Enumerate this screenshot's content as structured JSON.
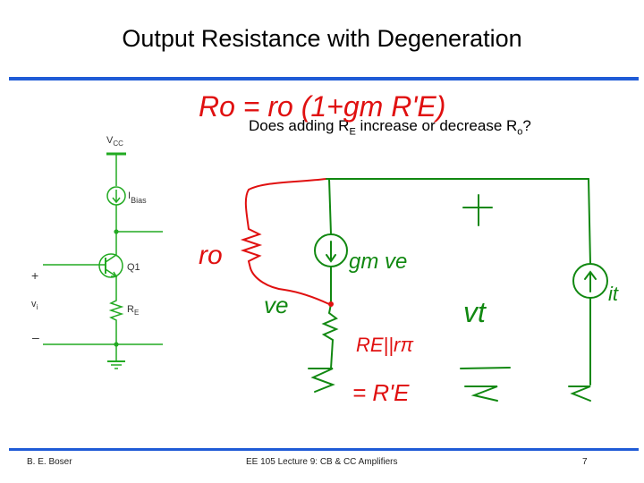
{
  "slide": {
    "title": "Output Resistance with Degeneration",
    "question": {
      "prefix": "Does adding R",
      "sub1": "E",
      "middle": " increase or decrease R",
      "sub2": "o",
      "suffix": "?"
    }
  },
  "circuit": {
    "vcc": "V",
    "vcc_sub": "CC",
    "ibias": "I",
    "ibias_sub": "Bias",
    "q1": "Q1",
    "re": "R",
    "re_sub": "E",
    "plus": "+",
    "minus": "–",
    "vi": "v",
    "vi_sub": "i"
  },
  "annotations": {
    "ro_equation": "Ro = ro (1+gm R'E)",
    "ro_label": "ro",
    "gm_ve": "gm ve",
    "ve": "ve",
    "vt": "vt",
    "plus_sign": "+",
    "minus_sign": "–",
    "re_parallel": "RE||rπ",
    "eq_re_prime": "= R'E",
    "it": "it"
  },
  "colors": {
    "accent_rule": "#1f5bd6",
    "schematic": "#22aa22",
    "ink_red": "#e01010",
    "ink_green": "#118811"
  },
  "footer": {
    "author": "B. E. Boser",
    "course": "EE 105 Lecture 9: CB & CC Amplifiers",
    "page": "7"
  }
}
